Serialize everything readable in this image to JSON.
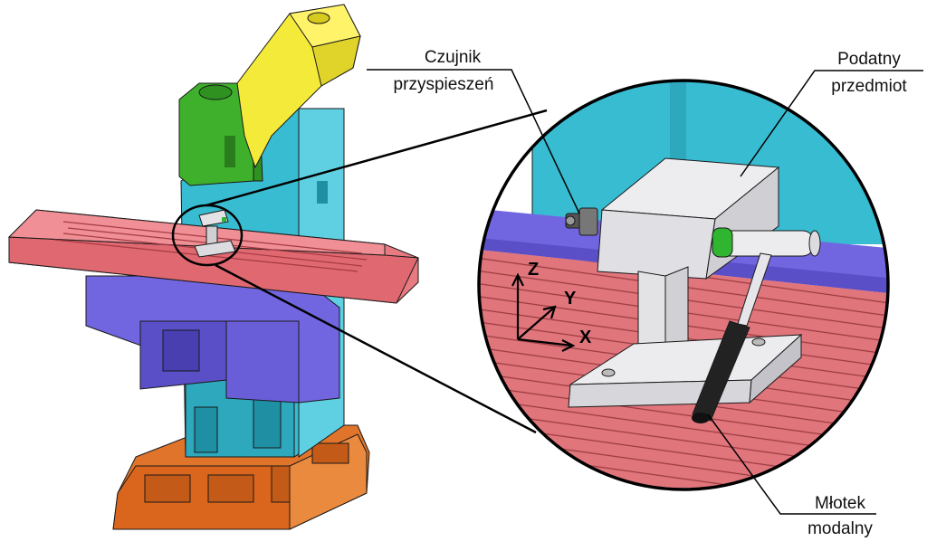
{
  "labels": {
    "sensor": [
      "Czujnik",
      "przyspieszeń"
    ],
    "workpiece": [
      "Podatny",
      "przedmiot"
    ],
    "hammer": [
      "Młotek",
      "modalny"
    ]
  },
  "axes": {
    "z": "Z",
    "y": "Y",
    "x": "X"
  },
  "colors": {
    "spindle_motor": "#f4ea3a",
    "spindle_head": "#3fb02c",
    "column": "#38bcd2",
    "table": "#e87b82",
    "saddle": "#7265e0",
    "base": "#e0742a",
    "workpiece": "#e3e3e6",
    "sensor_accent": "#2fb52f",
    "hammer_handle": "#222222"
  }
}
